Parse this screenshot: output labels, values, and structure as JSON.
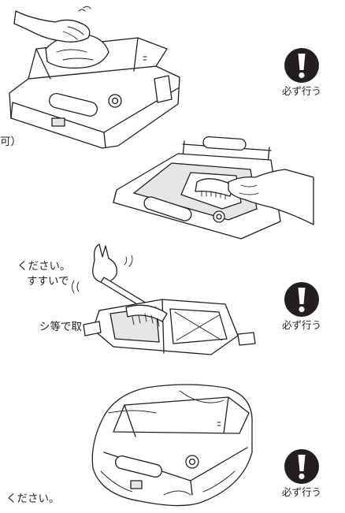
{
  "text_fragments": [
    "可）",
    "ください。",
    "すすいで",
    "シ等で取",
    "ください。"
  ],
  "badges": [
    {
      "label": "必ず行う",
      "icon": "exclamation-mandatory-icon"
    },
    {
      "label": "必ず行う",
      "icon": "exclamation-mandatory-icon"
    },
    {
      "label": "必ず行う",
      "icon": "exclamation-mandatory-icon"
    }
  ],
  "colors": {
    "ink": "#231f20",
    "paper": "#ffffff"
  }
}
